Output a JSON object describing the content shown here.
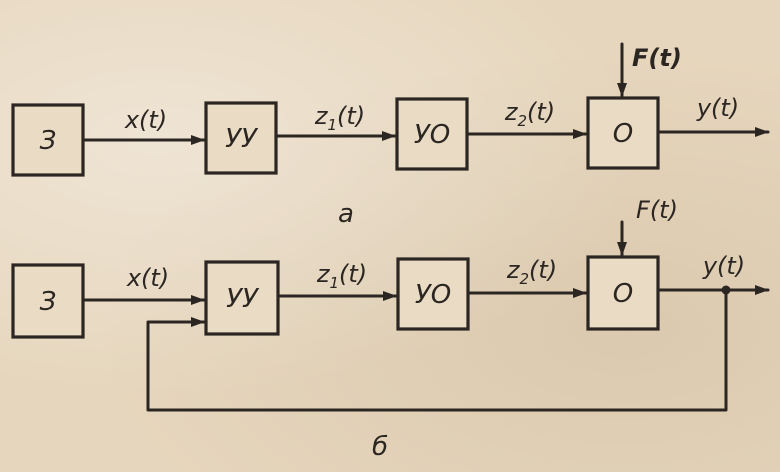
{
  "diagram_a": {
    "caption": "а",
    "blocks": {
      "source": "З",
      "controller": "УУ",
      "actuator": "УО",
      "plant": "О"
    },
    "signals": {
      "x": "x(t)",
      "z1_main": "z",
      "z1_sub": "1",
      "z1_arg": "(t)",
      "z2_main": "z",
      "z2_sub": "2",
      "z2_arg": "(t)",
      "y": "y(t)",
      "disturbance": "F(t)"
    }
  },
  "diagram_b": {
    "caption": "б",
    "blocks": {
      "source": "З",
      "controller": "УУ",
      "actuator": "УО",
      "plant": "О"
    },
    "signals": {
      "x": "x(t)",
      "z1_main": "z",
      "z1_sub": "1",
      "z1_arg": "(t)",
      "z2_main": "z",
      "z2_sub": "2",
      "z2_arg": "(t)",
      "y": "y(t)",
      "disturbance": "F(t)"
    }
  },
  "colors": {
    "ink": "#2b2622",
    "paper": "#e6d6bd"
  }
}
